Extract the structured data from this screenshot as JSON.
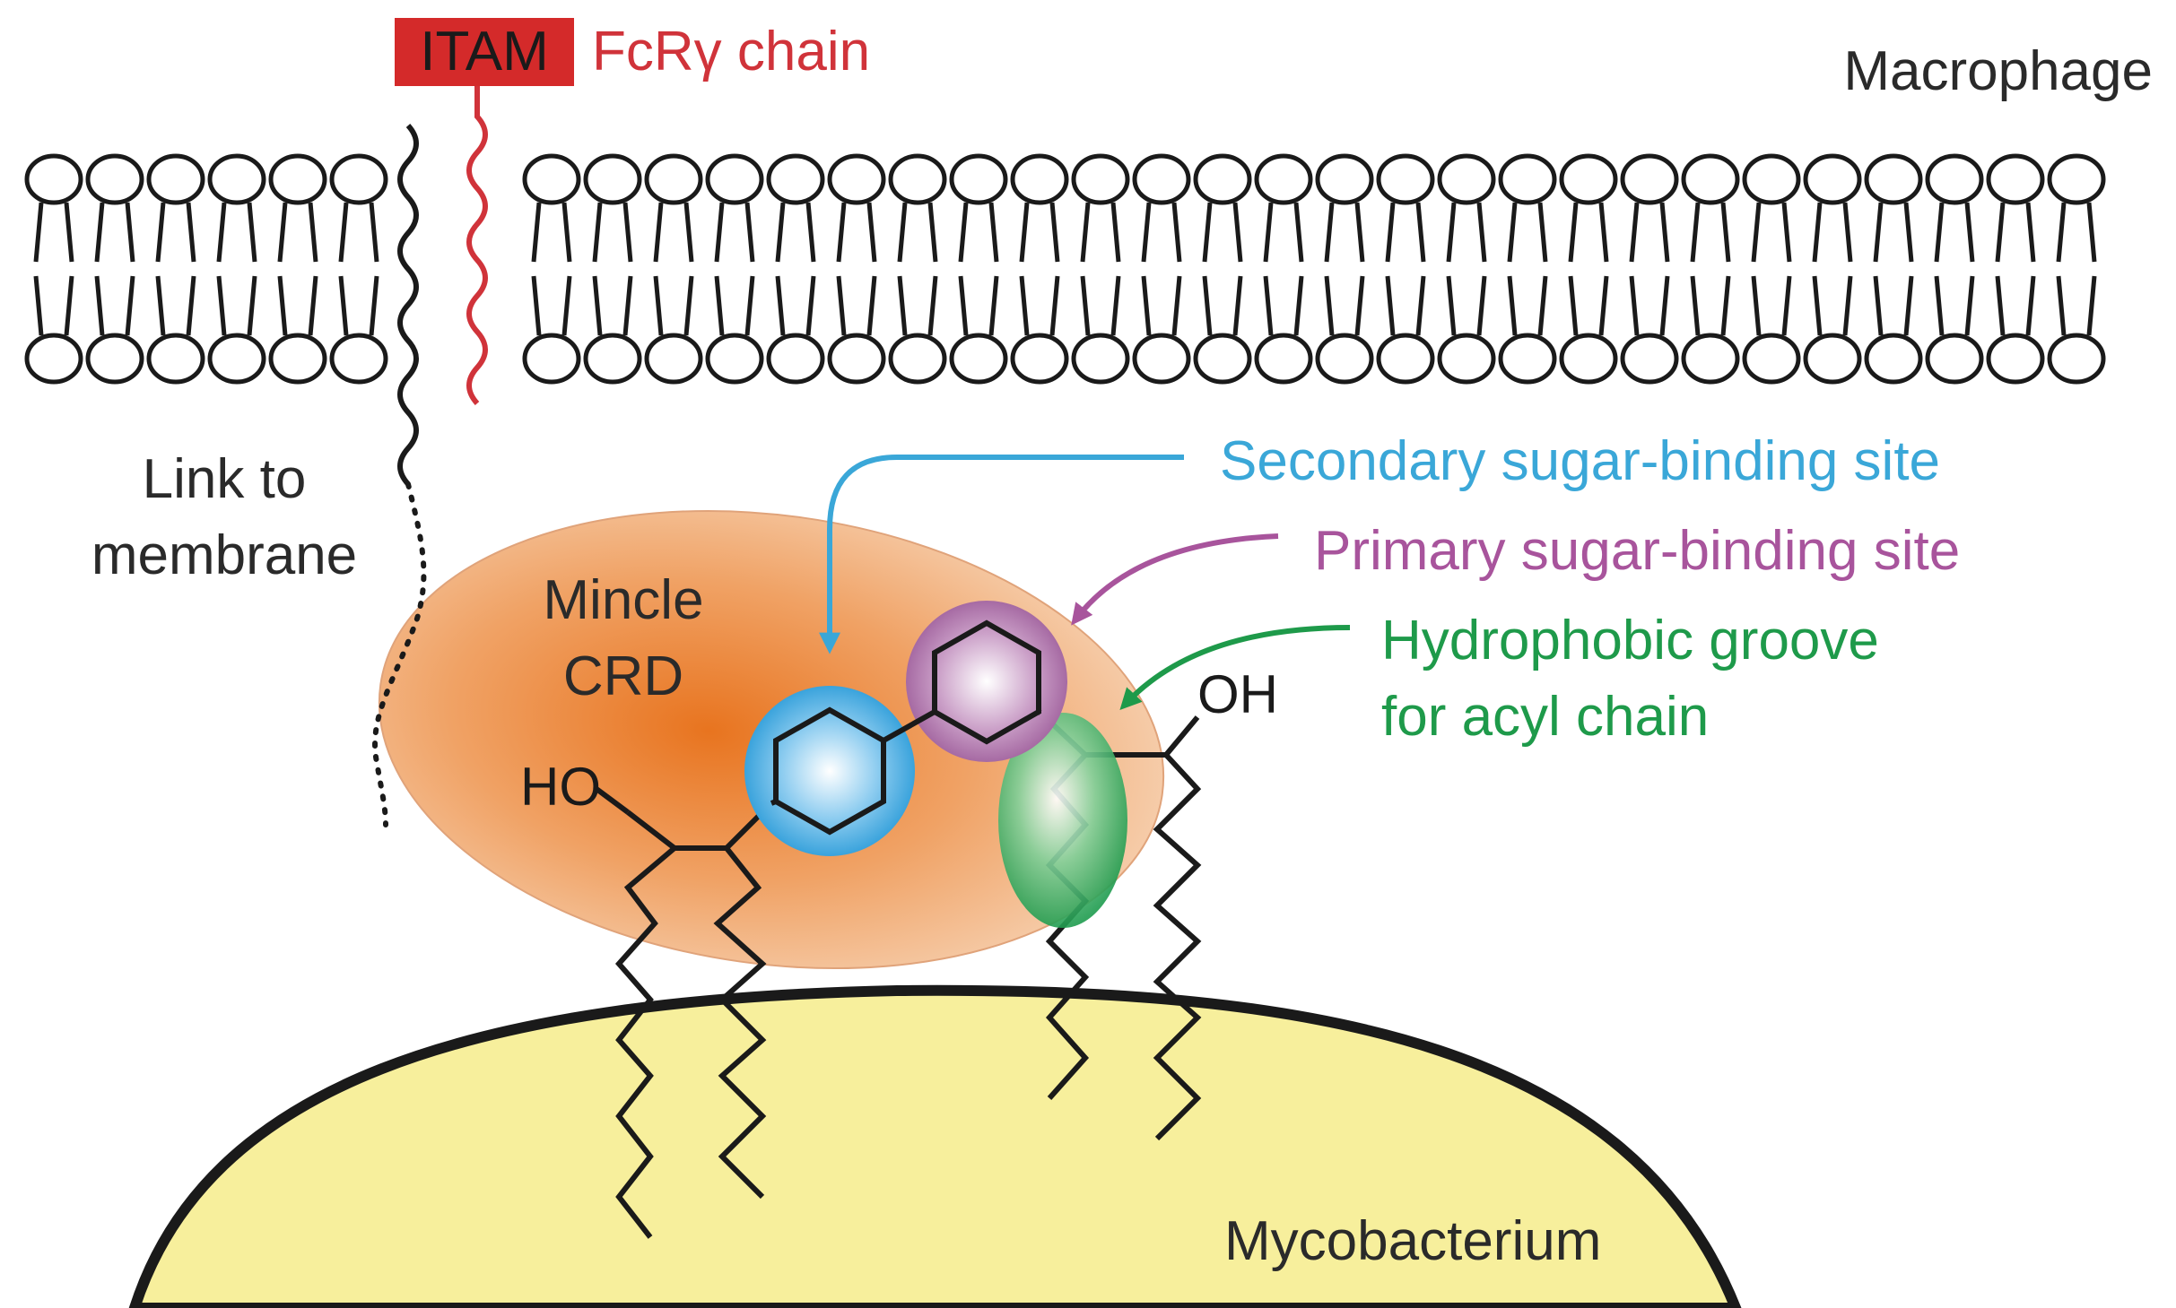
{
  "labels": {
    "itam": "ITAM",
    "fcr_chain": "FcRγ chain",
    "macrophage": "Macrophage",
    "link_line1": "Link to",
    "link_line2": "membrane",
    "secondary_site": "Secondary sugar-binding site",
    "primary_site": "Primary sugar-binding site",
    "groove_line1": "Hydrophobic groove",
    "groove_line2": "for acyl chain",
    "mincle_line1": "Mincle",
    "mincle_line2": "CRD",
    "ho": "HO",
    "oh": "OH",
    "mycobacterium": "Mycobacterium"
  },
  "colors": {
    "itam_box": "#d42a2a",
    "fcr": "#d0333a",
    "secondary": "#3aa7d8",
    "primary": "#a8549c",
    "groove": "#1e9a4a",
    "mincle_fill": "#f2b88a",
    "mincle_core": "#ea7a2c",
    "mycobacterium_fill": "#f7ef9c",
    "ink": "#1a1a1a"
  }
}
